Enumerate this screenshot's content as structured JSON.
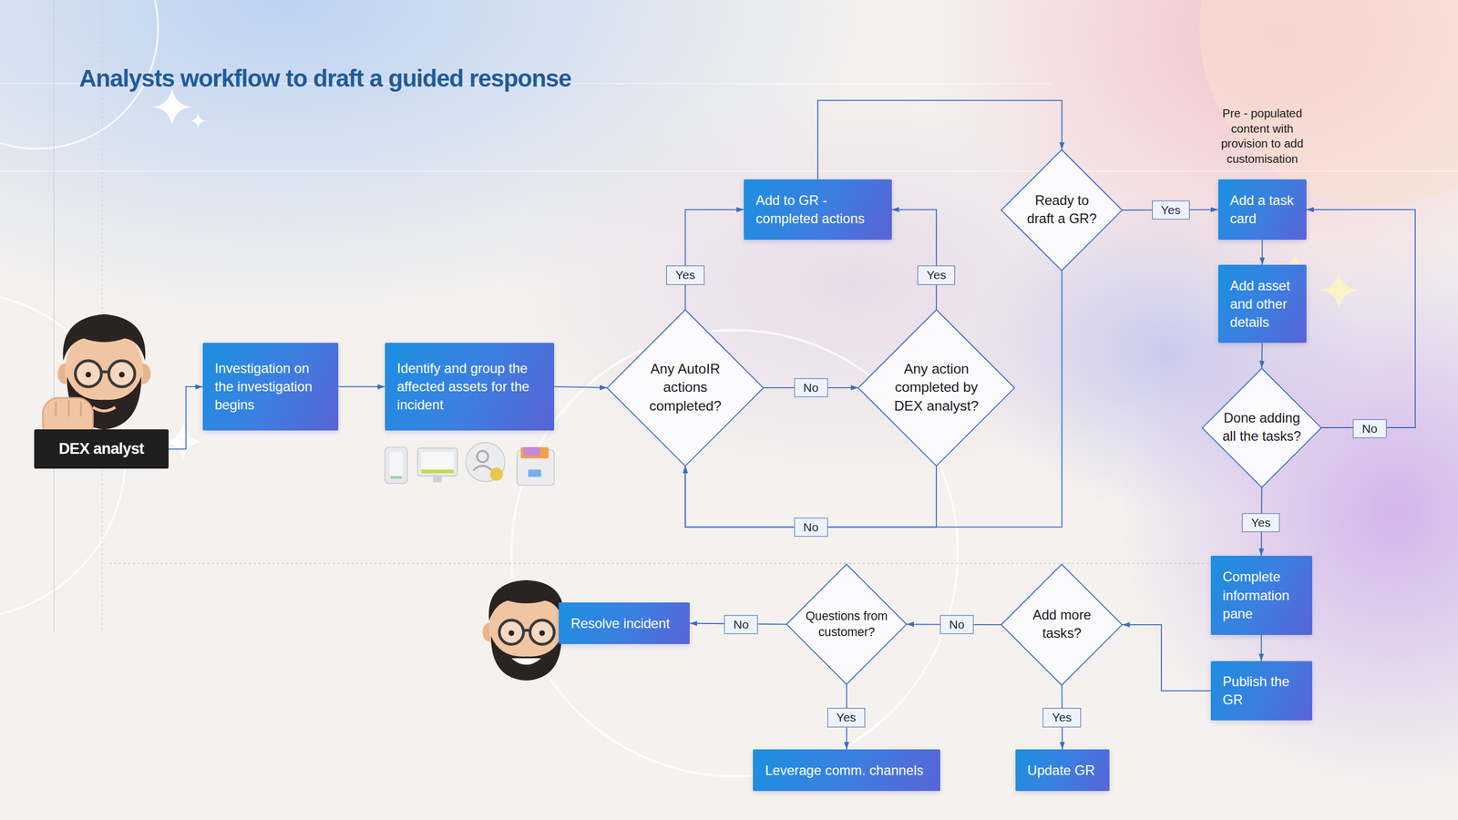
{
  "diagram": {
    "title": "Analysts workflow to draft a guided response",
    "nodes": [
      {
        "text": [
          "DEX analyst"
        ]
      },
      {
        "text": [
          "Investigation on the investigation begins"
        ]
      },
      {
        "text": [
          "Identify and group the affected assets for the incident"
        ]
      },
      {
        "text": [
          "Any AutoIR actions completed?"
        ]
      },
      {
        "text": [
          "Add to GR - completed actions"
        ]
      },
      {
        "text": [
          "Any action completed by DEX analyst?"
        ]
      },
      {
        "text": [
          "Ready to draft a GR?"
        ]
      },
      {
        "text": [
          "Add a task card"
        ]
      },
      {
        "text": [
          "Add asset and other details"
        ]
      },
      {
        "text": [
          "Done adding all the tasks?"
        ]
      },
      {
        "text": [
          "Complete information pane"
        ]
      },
      {
        "text": [
          "Publish the GR"
        ]
      },
      {
        "text": [
          "Add more tasks?"
        ]
      },
      {
        "text": [
          "Update GR"
        ]
      },
      {
        "text": [
          "Questions from customer?"
        ]
      },
      {
        "text": [
          "Leverage comm. channels"
        ]
      },
      {
        "text": [
          "Resolve incident"
        ]
      }
    ],
    "edges": [
      {
        "from": 0,
        "to": 1,
        "arrow": "to"
      },
      {
        "from": 1,
        "to": 2,
        "arrow": "to"
      },
      {
        "from": 2,
        "to": 3,
        "arrow": "to"
      },
      {
        "from": 3,
        "to": 4,
        "label": "Yes",
        "arrow": "to"
      },
      {
        "from": 3,
        "to": 5,
        "label": "No",
        "arrow": "to"
      },
      {
        "from": 5,
        "to": 4,
        "label": "Yes",
        "arrow": "to"
      },
      {
        "from": 5,
        "to": 3,
        "label": "No",
        "arrow": "to"
      },
      {
        "from": 6,
        "to": 3,
        "arrow": "to"
      },
      {
        "from": 4,
        "to": 6,
        "arrow": "to"
      },
      {
        "from": 6,
        "to": 7,
        "label": "Yes",
        "arrow": "to"
      },
      {
        "from": 7,
        "to": 8,
        "arrow": "to"
      },
      {
        "from": 8,
        "to": 9,
        "arrow": "to"
      },
      {
        "from": 9,
        "to": 7,
        "label": "No",
        "arrow": "to"
      },
      {
        "from": 9,
        "to": 10,
        "label": "Yes",
        "arrow": "to"
      },
      {
        "from": 10,
        "to": 11,
        "arrow": "to"
      },
      {
        "from": 11,
        "to": 12,
        "arrow": "to"
      },
      {
        "from": 12,
        "to": 13,
        "label": "Yes",
        "arrow": "to"
      },
      {
        "from": 12,
        "to": 14,
        "label": "No",
        "arrow": "to"
      },
      {
        "from": 14,
        "to": 15,
        "label": "Yes",
        "arrow": "to"
      },
      {
        "from": 14,
        "to": 16,
        "label": "No",
        "arrow": "to"
      }
    ],
    "labels": [
      "Pre - populated content with provision to add customisation"
    ]
  }
}
